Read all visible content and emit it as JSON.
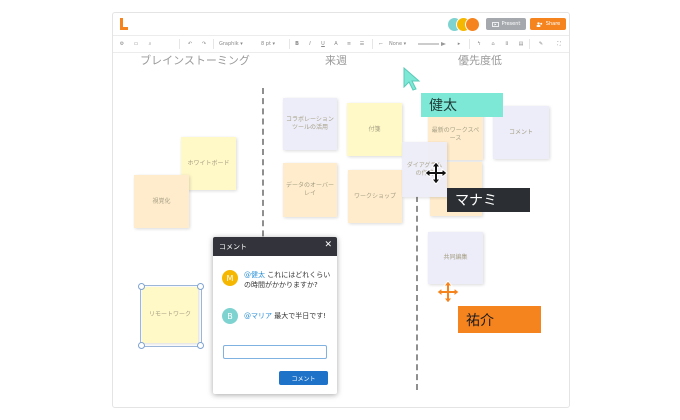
{
  "header": {
    "present_label": "Present",
    "share_label": "Share",
    "collaborator_colors": [
      "#7ed3d1",
      "#f5b700",
      "#f5841f"
    ]
  },
  "toolbar": {
    "font_value": "Graphik",
    "size_value": "8 pt",
    "line_value": "None"
  },
  "board": {
    "columns": [
      {
        "title": "ブレインストーミング"
      },
      {
        "title": "来週"
      },
      {
        "title": "優先度低"
      }
    ],
    "notes": {
      "whiteboard": "ホワイトボード",
      "visualize": "視覚化",
      "remote_work": "リモートワーク",
      "collab_tools": "コラボレーションツールの活用",
      "sticky": "付箋",
      "data_overlay": "データのオーバーレイ",
      "workshop": "ワークショップ",
      "diagram": "ダイアグラムの作成",
      "shared_workspace": "最新のワークスペース",
      "comment_note": "コメント",
      "shared_edit": "共同編集"
    }
  },
  "cursors": [
    {
      "name": "健太",
      "color": "#7de8d6"
    },
    {
      "name": "マナミ",
      "color": "#2b2f33"
    },
    {
      "name": "祐介",
      "color": "#f5841f"
    }
  ],
  "comment": {
    "title": "コメント",
    "messages": [
      {
        "avatar": "M",
        "mention": "@健太",
        "text": " これにはどれくらいの時間がかかりますか?",
        "color": "#f5b700"
      },
      {
        "avatar": "B",
        "mention": "@マリア",
        "text": " 最大で半日です!",
        "color": "#7ed3d1"
      }
    ],
    "submit_label": "コメント"
  }
}
